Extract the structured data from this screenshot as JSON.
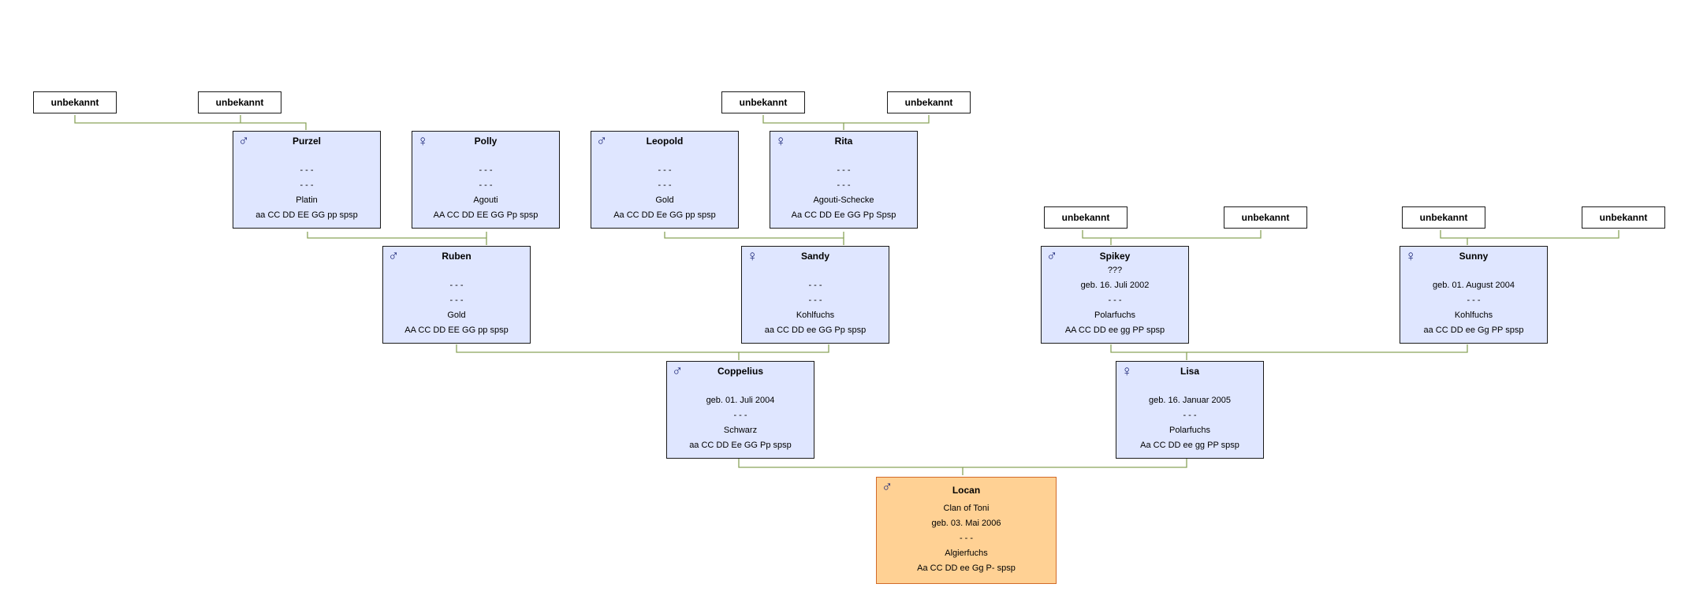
{
  "unknown_label": "unbekannt",
  "separator": "- - -",
  "colors": {
    "line": "#8aa35a",
    "card": "#dfe6ff",
    "root": "#ffd194",
    "root_border": "#d26a28",
    "symbol": "#1f2a7a"
  },
  "symbols": {
    "male": "♂",
    "female": "♀"
  },
  "nodes": {
    "purzel": {
      "name": "Purzel",
      "sex": "male",
      "line1": "",
      "line2": "- - -",
      "line3": "- - -",
      "color": "Platin",
      "genes": "aa CC DD EE GG pp spsp"
    },
    "polly": {
      "name": "Polly",
      "sex": "female",
      "line1": "",
      "line2": "- - -",
      "line3": "- - -",
      "color": "Agouti",
      "genes": "AA CC DD EE GG Pp spsp"
    },
    "leopold": {
      "name": "Leopold",
      "sex": "male",
      "line1": "",
      "line2": "- - -",
      "line3": "- - -",
      "color": "Gold",
      "genes": "Aa CC DD Ee GG pp spsp"
    },
    "rita": {
      "name": "Rita",
      "sex": "female",
      "line1": "",
      "line2": "- - -",
      "line3": "- - -",
      "color": "Agouti-Schecke",
      "genes": "Aa CC DD Ee GG Pp Spsp"
    },
    "ruben": {
      "name": "Ruben",
      "sex": "male",
      "line1": "",
      "line2": "- - -",
      "line3": "- - -",
      "color": "Gold",
      "genes": "AA CC DD EE GG pp spsp"
    },
    "sandy": {
      "name": "Sandy",
      "sex": "female",
      "line1": "",
      "line2": "- - -",
      "line3": "- - -",
      "color": "Kohlfuchs",
      "genes": "aa CC DD ee GG Pp spsp"
    },
    "spikey": {
      "name": "Spikey",
      "sex": "male",
      "line1": "???",
      "line2": "geb. 16. Juli 2002",
      "line3": "- - -",
      "color": "Polarfuchs",
      "genes": "AA CC DD ee gg PP spsp"
    },
    "sunny": {
      "name": "Sunny",
      "sex": "female",
      "line1": "",
      "line2": "geb. 01. August 2004",
      "line3": "- - -",
      "color": "Kohlfuchs",
      "genes": "aa CC DD ee Gg PP spsp"
    },
    "coppelius": {
      "name": "Coppelius",
      "sex": "male",
      "line1": "",
      "line2": "geb. 01. Juli 2004",
      "line3": "- - -",
      "color": "Schwarz",
      "genes": "aa CC DD Ee GG Pp spsp"
    },
    "lisa": {
      "name": "Lisa",
      "sex": "female",
      "line1": "",
      "line2": "geb. 16. Januar 2005",
      "line3": "- - -",
      "color": "Polarfuchs",
      "genes": "Aa CC DD ee gg PP spsp"
    }
  },
  "root": {
    "name": "Locan",
    "sex": "male",
    "clan": "Clan of Toni",
    "born": "geb. 03. Mai 2006",
    "line3": "- - -",
    "color": "Algierfuchs",
    "genes": "Aa CC DD ee Gg P- spsp"
  }
}
